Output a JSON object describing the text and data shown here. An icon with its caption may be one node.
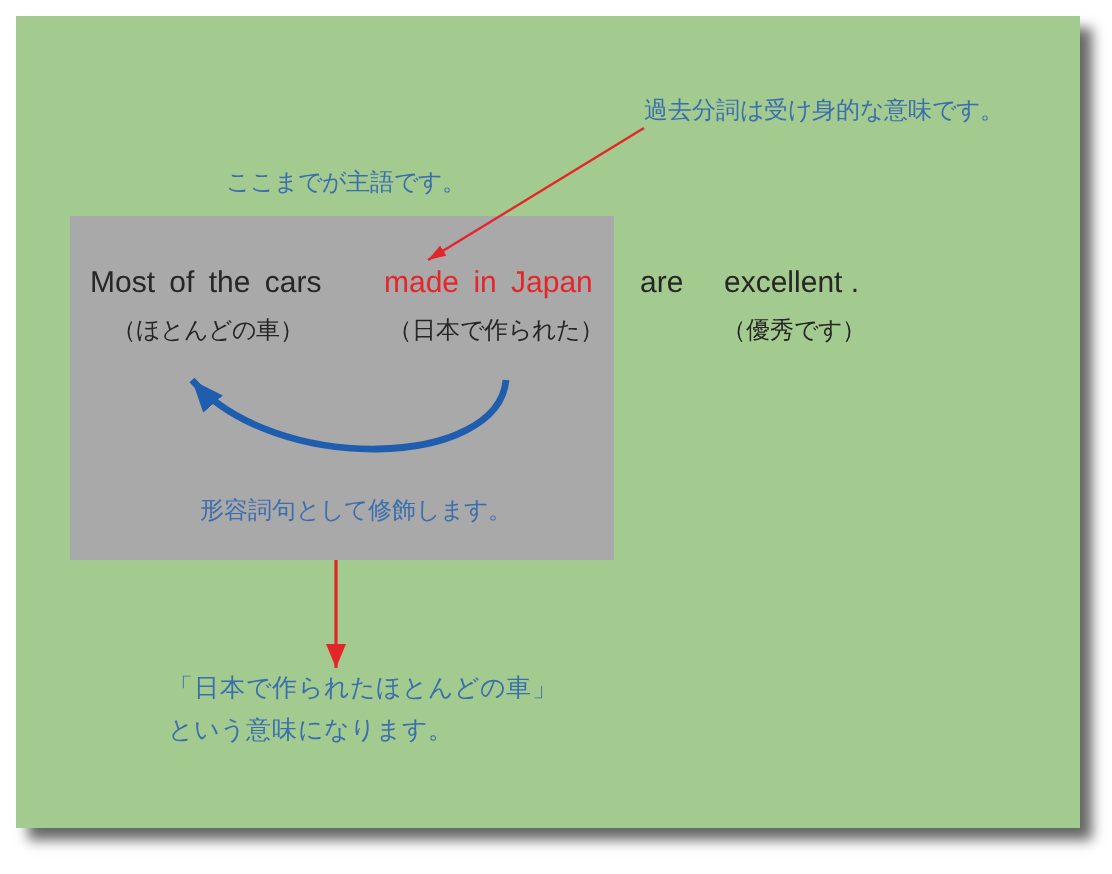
{
  "diagram": {
    "nodes": [
      {
        "text": [
          "過去分詞は受け身的な意味です。"
        ]
      },
      {
        "text": [
          "ここまでが主語です。"
        ]
      },
      {
        "text": [
          "Most of the cars",
          "（ほとんどの車）"
        ],
        "in": 1
      },
      {
        "text": [
          "made in Japan",
          "（日本で作られた）"
        ],
        "in": 1
      },
      {
        "text": [
          "「日本で作られたほとんどの車」という意味になります。"
        ]
      }
    ],
    "edges": [
      {
        "from": 3,
        "to": 2,
        "arrow": "to",
        "label": "形容詞句として修飾します。",
        "style": "thick",
        "color": "#1f5eae"
      },
      {
        "from": 0,
        "to": 3,
        "arrow": "to"
      },
      {
        "from": 1,
        "to": 4,
        "arrow": "to"
      }
    ],
    "labels": [
      "are",
      "excellent .",
      "（優秀です）"
    ]
  }
}
